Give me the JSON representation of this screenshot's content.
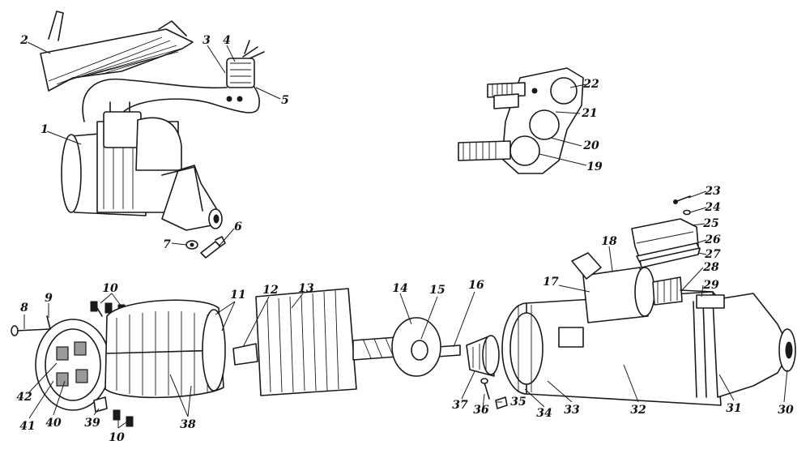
{
  "callouts": [
    {
      "id": "c1",
      "text": "1"
    },
    {
      "id": "c2",
      "text": "2"
    },
    {
      "id": "c3",
      "text": "3"
    },
    {
      "id": "c4",
      "text": "4"
    },
    {
      "id": "c5",
      "text": "5"
    },
    {
      "id": "c6",
      "text": "6"
    },
    {
      "id": "c7",
      "text": "7"
    },
    {
      "id": "c8",
      "text": "8"
    },
    {
      "id": "c9",
      "text": "9"
    },
    {
      "id": "c10a",
      "text": "10"
    },
    {
      "id": "c10b",
      "text": "10"
    },
    {
      "id": "c11",
      "text": "11"
    },
    {
      "id": "c12",
      "text": "12"
    },
    {
      "id": "c13",
      "text": "13"
    },
    {
      "id": "c14",
      "text": "14"
    },
    {
      "id": "c15",
      "text": "15"
    },
    {
      "id": "c16",
      "text": "16"
    },
    {
      "id": "c17",
      "text": "17"
    },
    {
      "id": "c18",
      "text": "18"
    },
    {
      "id": "c19",
      "text": "19"
    },
    {
      "id": "c20",
      "text": "20"
    },
    {
      "id": "c21",
      "text": "21"
    },
    {
      "id": "c22",
      "text": "22"
    },
    {
      "id": "c23",
      "text": "23"
    },
    {
      "id": "c24",
      "text": "24"
    },
    {
      "id": "c25",
      "text": "25"
    },
    {
      "id": "c26",
      "text": "26"
    },
    {
      "id": "c27",
      "text": "27"
    },
    {
      "id": "c28",
      "text": "28"
    },
    {
      "id": "c29",
      "text": "29"
    },
    {
      "id": "c30",
      "text": "30"
    },
    {
      "id": "c31",
      "text": "31"
    },
    {
      "id": "c32",
      "text": "32"
    },
    {
      "id": "c33",
      "text": "33"
    },
    {
      "id": "c34",
      "text": "34"
    },
    {
      "id": "c35",
      "text": "35"
    },
    {
      "id": "c36",
      "text": "36"
    },
    {
      "id": "c37",
      "text": "37"
    },
    {
      "id": "c38",
      "text": "38"
    },
    {
      "id": "c39",
      "text": "39"
    },
    {
      "id": "c40",
      "text": "40"
    },
    {
      "id": "c41",
      "text": "41"
    },
    {
      "id": "c42",
      "text": "42"
    }
  ]
}
